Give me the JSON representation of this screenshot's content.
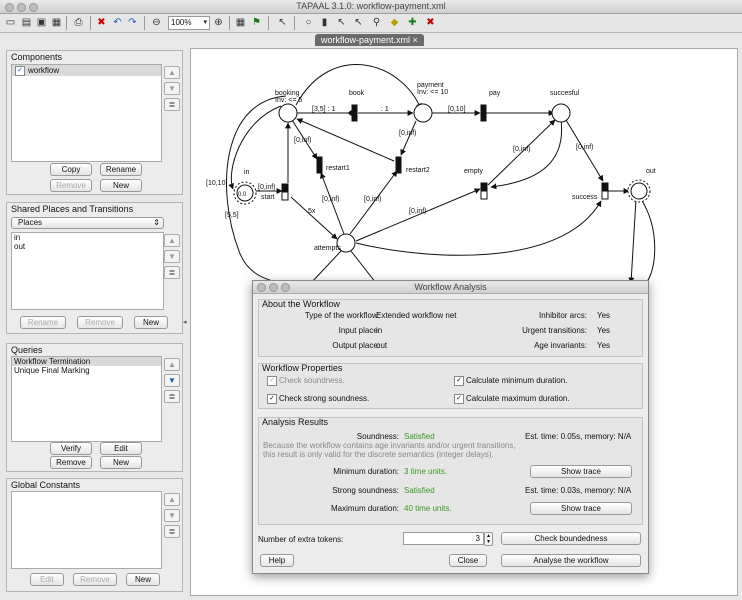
{
  "window": {
    "title": "TAPAAL 3.1.0: workflow-payment.xml"
  },
  "toolbar": {
    "zoom": "100%"
  },
  "tab": {
    "label": "workflow-payment.xml",
    "close": "×"
  },
  "components": {
    "title": "Components",
    "items": [
      "workflow"
    ],
    "copy": "Copy",
    "rename": "Rename",
    "remove": "Remove",
    "new": "New"
  },
  "shared": {
    "title": "Shared Places and Transitions",
    "select": "Places",
    "items": [
      "in",
      "out"
    ],
    "rename": "Rename",
    "remove": "Remove",
    "new": "New"
  },
  "queries": {
    "title": "Queries",
    "items": [
      "Workflow Termination",
      "Unique Final Marking"
    ],
    "verify": "Verify",
    "edit": "Edit",
    "remove": "Remove",
    "new": "New"
  },
  "constants": {
    "title": "Global Constants",
    "edit": "Edit",
    "remove": "Remove",
    "new": "New"
  },
  "net": {
    "places": {
      "booking": "booking",
      "booking_inv": "Inv: <= 5",
      "payment": "payment",
      "payment_inv": "Inv: <= 10",
      "succesful": "succesful",
      "in": "in",
      "in_age": "0.0",
      "empty": "empty",
      "out": "out",
      "attempts": "attempts"
    },
    "transitions": {
      "book": "book",
      "pay": "pay",
      "restart1": "restart1",
      "restart2": "restart2",
      "start": "start",
      "success": "success"
    },
    "arcs": {
      "a1": "[3,5] : 1",
      "a2": ": 1",
      "a3": "[0,10]",
      "a4": "[0,inf)",
      "a5": "[0,inf)",
      "a6": "[0,inf)",
      "a7": "[0,inf)",
      "a8": "[10,10]",
      "a9": "[0,inf)",
      "a10": "[5,5]",
      "a11": "5x",
      "a12": "[0,inf)",
      "a13": "[0,inf)",
      "a14": "[0,inf)"
    }
  },
  "dialog": {
    "title": "Workflow Analysis",
    "about": {
      "title": "About the Workflow",
      "type_label": "Type of the workflow:",
      "type_value": "Extended workflow net",
      "input_label": "Input place:",
      "input_value": "in",
      "output_label": "Output place:",
      "output_value": "out",
      "inhibitor_label": "Inhibitor arcs:",
      "inhibitor_value": "Yes",
      "urgent_label": "Urgent transitions:",
      "urgent_value": "Yes",
      "age_label": "Age invariants:",
      "age_value": "Yes"
    },
    "props": {
      "title": "Workflow Properties",
      "check_soundness": "Check soundness.",
      "check_strong": "Check strong soundness.",
      "calc_min": "Calculate minimum duration.",
      "calc_max": "Calculate maximum duration."
    },
    "results": {
      "title": "Analysis Results",
      "soundness_label": "Soundness:",
      "soundness_value": "Satisfied",
      "soundness_est": "Est. time: 0.05s, memory: N/A",
      "note1": "Because the workflow contains age invariants and/or urgent transitions,",
      "note2": "this result is only valid for the discrete semantics (integer delays).",
      "min_label": "Minimum duration:",
      "min_value": "3 time units.",
      "strong_label": "Strong soundness:",
      "strong_value": "Satisfied",
      "strong_est": "Est. time: 0.03s, memory: N/A",
      "max_label": "Maximum duration:",
      "max_value": "40 time units.",
      "show_trace": "Show trace"
    },
    "tokens_label": "Number of extra tokens:",
    "tokens_value": "3",
    "check_bounded": "Check boundedness",
    "help": "Help",
    "close": "Close",
    "analyse": "Analyse the workflow"
  }
}
